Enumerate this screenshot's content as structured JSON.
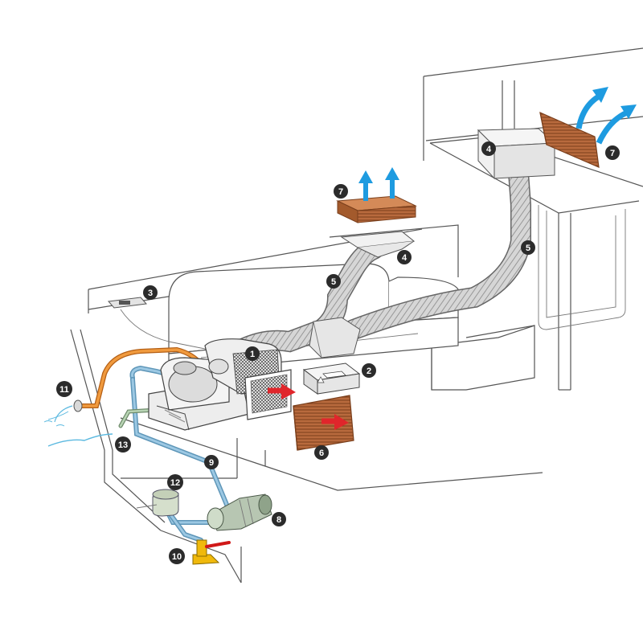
{
  "callouts": [
    {
      "id": "c1",
      "label": "1"
    },
    {
      "id": "c2",
      "label": "2"
    },
    {
      "id": "c3",
      "label": "3"
    },
    {
      "id": "c4a",
      "label": "4"
    },
    {
      "id": "c4b",
      "label": "4"
    },
    {
      "id": "c5a",
      "label": "5"
    },
    {
      "id": "c5b",
      "label": "5"
    },
    {
      "id": "c6",
      "label": "6"
    },
    {
      "id": "c7a",
      "label": "7"
    },
    {
      "id": "c7b",
      "label": "7"
    },
    {
      "id": "c8",
      "label": "8"
    },
    {
      "id": "c9",
      "label": "9"
    },
    {
      "id": "c10",
      "label": "10"
    },
    {
      "id": "c11",
      "label": "11"
    },
    {
      "id": "c12",
      "label": "12"
    },
    {
      "id": "c13",
      "label": "13"
    }
  ],
  "colors": {
    "outline": "#555555",
    "callout_fill": "#2b2b2b",
    "grille": "#b86a3d",
    "grille_dark": "#7a3f1c",
    "airflow_out": "#1e9be0",
    "airflow_in": "#e0262b",
    "water_hose": "#7fb6d9",
    "drain_hose": "#e68a2e",
    "valve": "#f0b90c",
    "valve_handle": "#d01818",
    "duct": "#c9c9c9",
    "water": "#5bb9e0",
    "drain_hose_green": "#9ec09a"
  }
}
